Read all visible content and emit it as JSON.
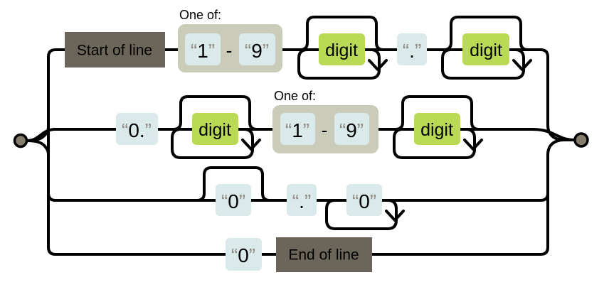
{
  "diagram": {
    "type": "railroad-syntax-diagram",
    "labels": {
      "start": "Start of line",
      "end": "End of line",
      "one_of": "One of:",
      "digit": "digit",
      "range_dash": "-"
    },
    "literals": {
      "one": "1",
      "nine": "9",
      "dot": ".",
      "zero_dot": "0.",
      "zero": "0"
    },
    "quotes": {
      "open": "“",
      "close": "”"
    },
    "rows": [
      {
        "name": "row-1",
        "sequence": "Start of line → one of \"1\"-\"9\" → digit (repeatable, skippable) → \".\" → digit (repeatable, skippable)"
      },
      {
        "name": "row-2",
        "sequence": "\"0.\" → digit (repeatable, skippable) → one of \"1\"-\"9\" → digit (repeatable, skippable)"
      },
      {
        "name": "row-3",
        "sequence": "\"0\" (skippable) → \".\" → \"0\" (repeatable)"
      },
      {
        "name": "row-4",
        "sequence": "\"0\" → End of line"
      }
    ],
    "colors": {
      "line": "#000000",
      "anchor_bg": "#6b6659",
      "anchor_text": "#ffffff",
      "literal_bg": "#dae9e9",
      "escape_bg": "#bada55",
      "charset_bg": "#cbcbba",
      "quote": "#908c83",
      "terminal_fill": "#857c6c",
      "background": "#ffffff"
    }
  }
}
